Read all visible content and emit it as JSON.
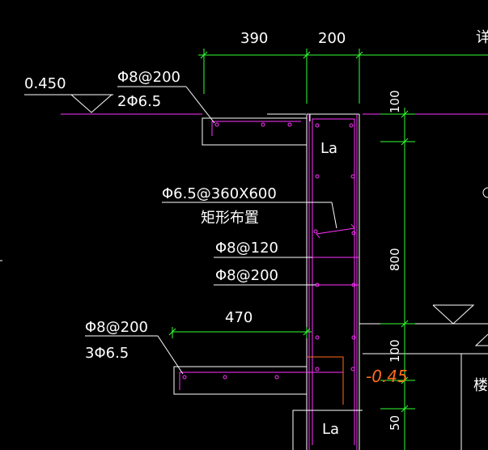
{
  "colors": {
    "background": "#000000",
    "slab": "#ffffff",
    "rebar": "#ff33ff",
    "dimension": "#33ff33",
    "annotation": "#ff6a1a"
  },
  "dims_top": {
    "d1": "390",
    "d2": "200"
  },
  "dim_mid": "470",
  "dims_right": {
    "d100a": "100",
    "d800": "800",
    "d100b": "100",
    "d50": "50"
  },
  "elevation": "0.450",
  "top_rebar": {
    "line1": "Φ8@200",
    "line2": "2Φ6.5"
  },
  "tie_label": {
    "line1": "Φ6.5@360X600",
    "line2": "矩形布置"
  },
  "vertical_bars": {
    "line1": "Φ8@120",
    "line2": "Φ8@200"
  },
  "bottom_rebar": {
    "line1": "Φ8@200",
    "line2": "3Φ6.5"
  },
  "la_top": "La",
  "la_bottom": "La",
  "annotation": "-0.45",
  "edge_text_top": "详",
  "edge_text_bottom": "楼"
}
